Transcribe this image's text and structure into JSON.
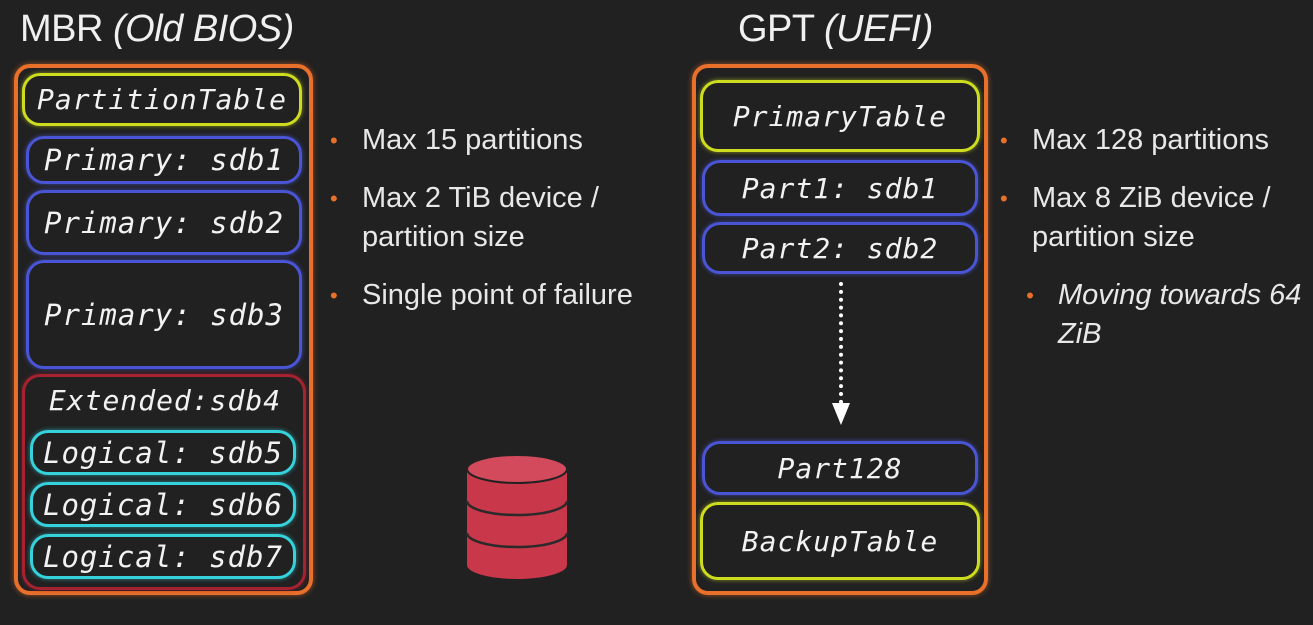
{
  "mbr": {
    "title_main": "MBR ",
    "title_sub": "(Old BIOS)",
    "partition_table": "PartitionTable",
    "primary": [
      "Primary: sdb1",
      "Primary: sdb2",
      "Primary: sdb3"
    ],
    "extended": "Extended:sdb4",
    "logical": [
      "Logical: sdb5",
      "Logical: sdb6",
      "Logical: sdb7"
    ],
    "bullets": [
      "Max 15 partitions",
      "Max 2 TiB device / partition size",
      "Single point of failure"
    ]
  },
  "gpt": {
    "title_main": "GPT ",
    "title_sub": "(UEFI)",
    "primary_table": "PrimaryTable",
    "parts": [
      "Part1: sdb1",
      "Part2: sdb2"
    ],
    "last_part": "Part128",
    "backup_table": "BackupTable",
    "bullets": [
      "Max 128 partitions",
      "Max 8 ZiB device / partition size"
    ],
    "sub_bullet": "Moving towards 64 ZiB"
  },
  "colors": {
    "outer": "#e8702a",
    "table": "#cddc1e",
    "primary": "#4a55d6",
    "extended": "#a52230",
    "logical": "#35d2dc",
    "disk": "#c8374a"
  },
  "icons": {
    "bullet": "•",
    "disk": "database-icon",
    "arrow": "dotted-down-arrow-icon"
  }
}
